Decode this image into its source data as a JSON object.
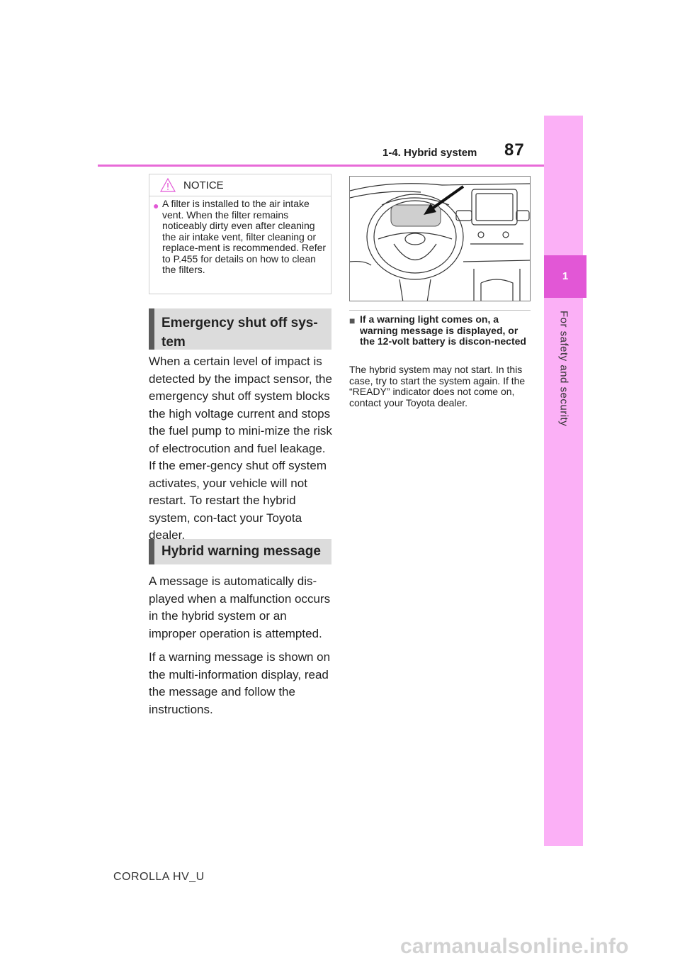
{
  "header": {
    "section_title": "1-4. Hybrid system",
    "page_number": "87"
  },
  "side_tab": {
    "chapter_number": "1",
    "chapter_title": "For safety and security",
    "accent_color": "#e257d6",
    "tab_color": "#fbb0f6"
  },
  "notice": {
    "title": "NOTICE",
    "icon": "warning-triangle-icon",
    "bullet": "●",
    "text": "A filter is installed to the air intake vent. When the filter remains noticeably dirty even after cleaning the air intake vent, filter cleaning or replace-ment is recommended. Refer to P.455 for details on how to clean the filters."
  },
  "emergency": {
    "heading": "Emergency shut off sys-tem",
    "body": "When a certain level of impact is detected by the impact sensor, the emergency shut off system blocks the high voltage current and stops the fuel pump to mini-mize the risk of electrocution and fuel leakage. If the emer-gency shut off system activates, your vehicle will not restart. To restart the hybrid system, con-tact your Toyota dealer."
  },
  "hybrid_warning": {
    "heading": "Hybrid warning message",
    "body1": "A message is automatically dis-played when a malfunction occurs in the hybrid system or an improper operation is attempted.",
    "body2": "If a warning message is shown on the multi-information display, read the message and follow the instructions."
  },
  "figure": {
    "icon": "dashboard-illustration"
  },
  "subsection": {
    "marker": "■",
    "heading": "If a warning light comes on, a warning message is displayed, or the 12-volt battery is discon-nected",
    "body": "The hybrid system may not start. In this case, try to start the system again. If the “READY” indicator does not come on, contact your Toyota dealer."
  },
  "footer": {
    "model": "COROLLA HV_U",
    "watermark": "carmanualsonline.info"
  }
}
